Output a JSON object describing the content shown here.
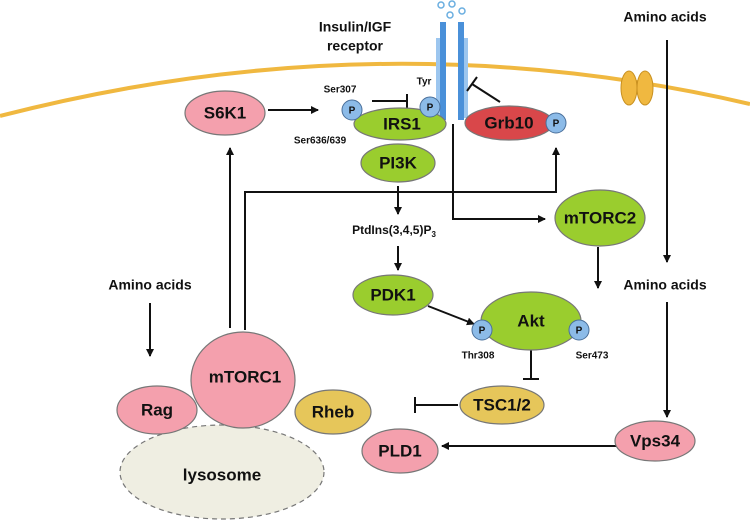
{
  "labels": {
    "receptor_line1": "Insulin/IGF",
    "receptor_line2": "receptor",
    "amino_acids_top": "Amino acids",
    "amino_acids_right": "Amino acids",
    "amino_acids_left": "Amino acids",
    "ptdins": "PtdIns(3,4,5)P",
    "ptdins_sub": "3",
    "ser307": "Ser307",
    "tyr": "Tyr",
    "ser636": "Ser636/639",
    "thr308": "Thr308",
    "ser473": "Ser473",
    "phospho": "P"
  },
  "nodes": {
    "s6k1": "S6K1",
    "irs1": "IRS1",
    "pi3k": "PI3K",
    "grb10": "Grb10",
    "mtorc2": "mTORC2",
    "pdk1": "PDK1",
    "akt": "Akt",
    "tsc": "TSC1/2",
    "rheb": "Rheb",
    "mtorc1": "mTORC1",
    "rag": "Rag",
    "pld1": "PLD1",
    "lysosome": "lysosome",
    "vps34": "Vps34"
  },
  "colors": {
    "pink": "#f4a0ad",
    "green": "#9acd2e",
    "red": "#d9474a",
    "yellow": "#e6c65a",
    "phospho_blue": "#8cbbe8",
    "receptor_blue": "#4a90d9",
    "membrane": "#f0b840",
    "lysosome": "#efeee2"
  }
}
